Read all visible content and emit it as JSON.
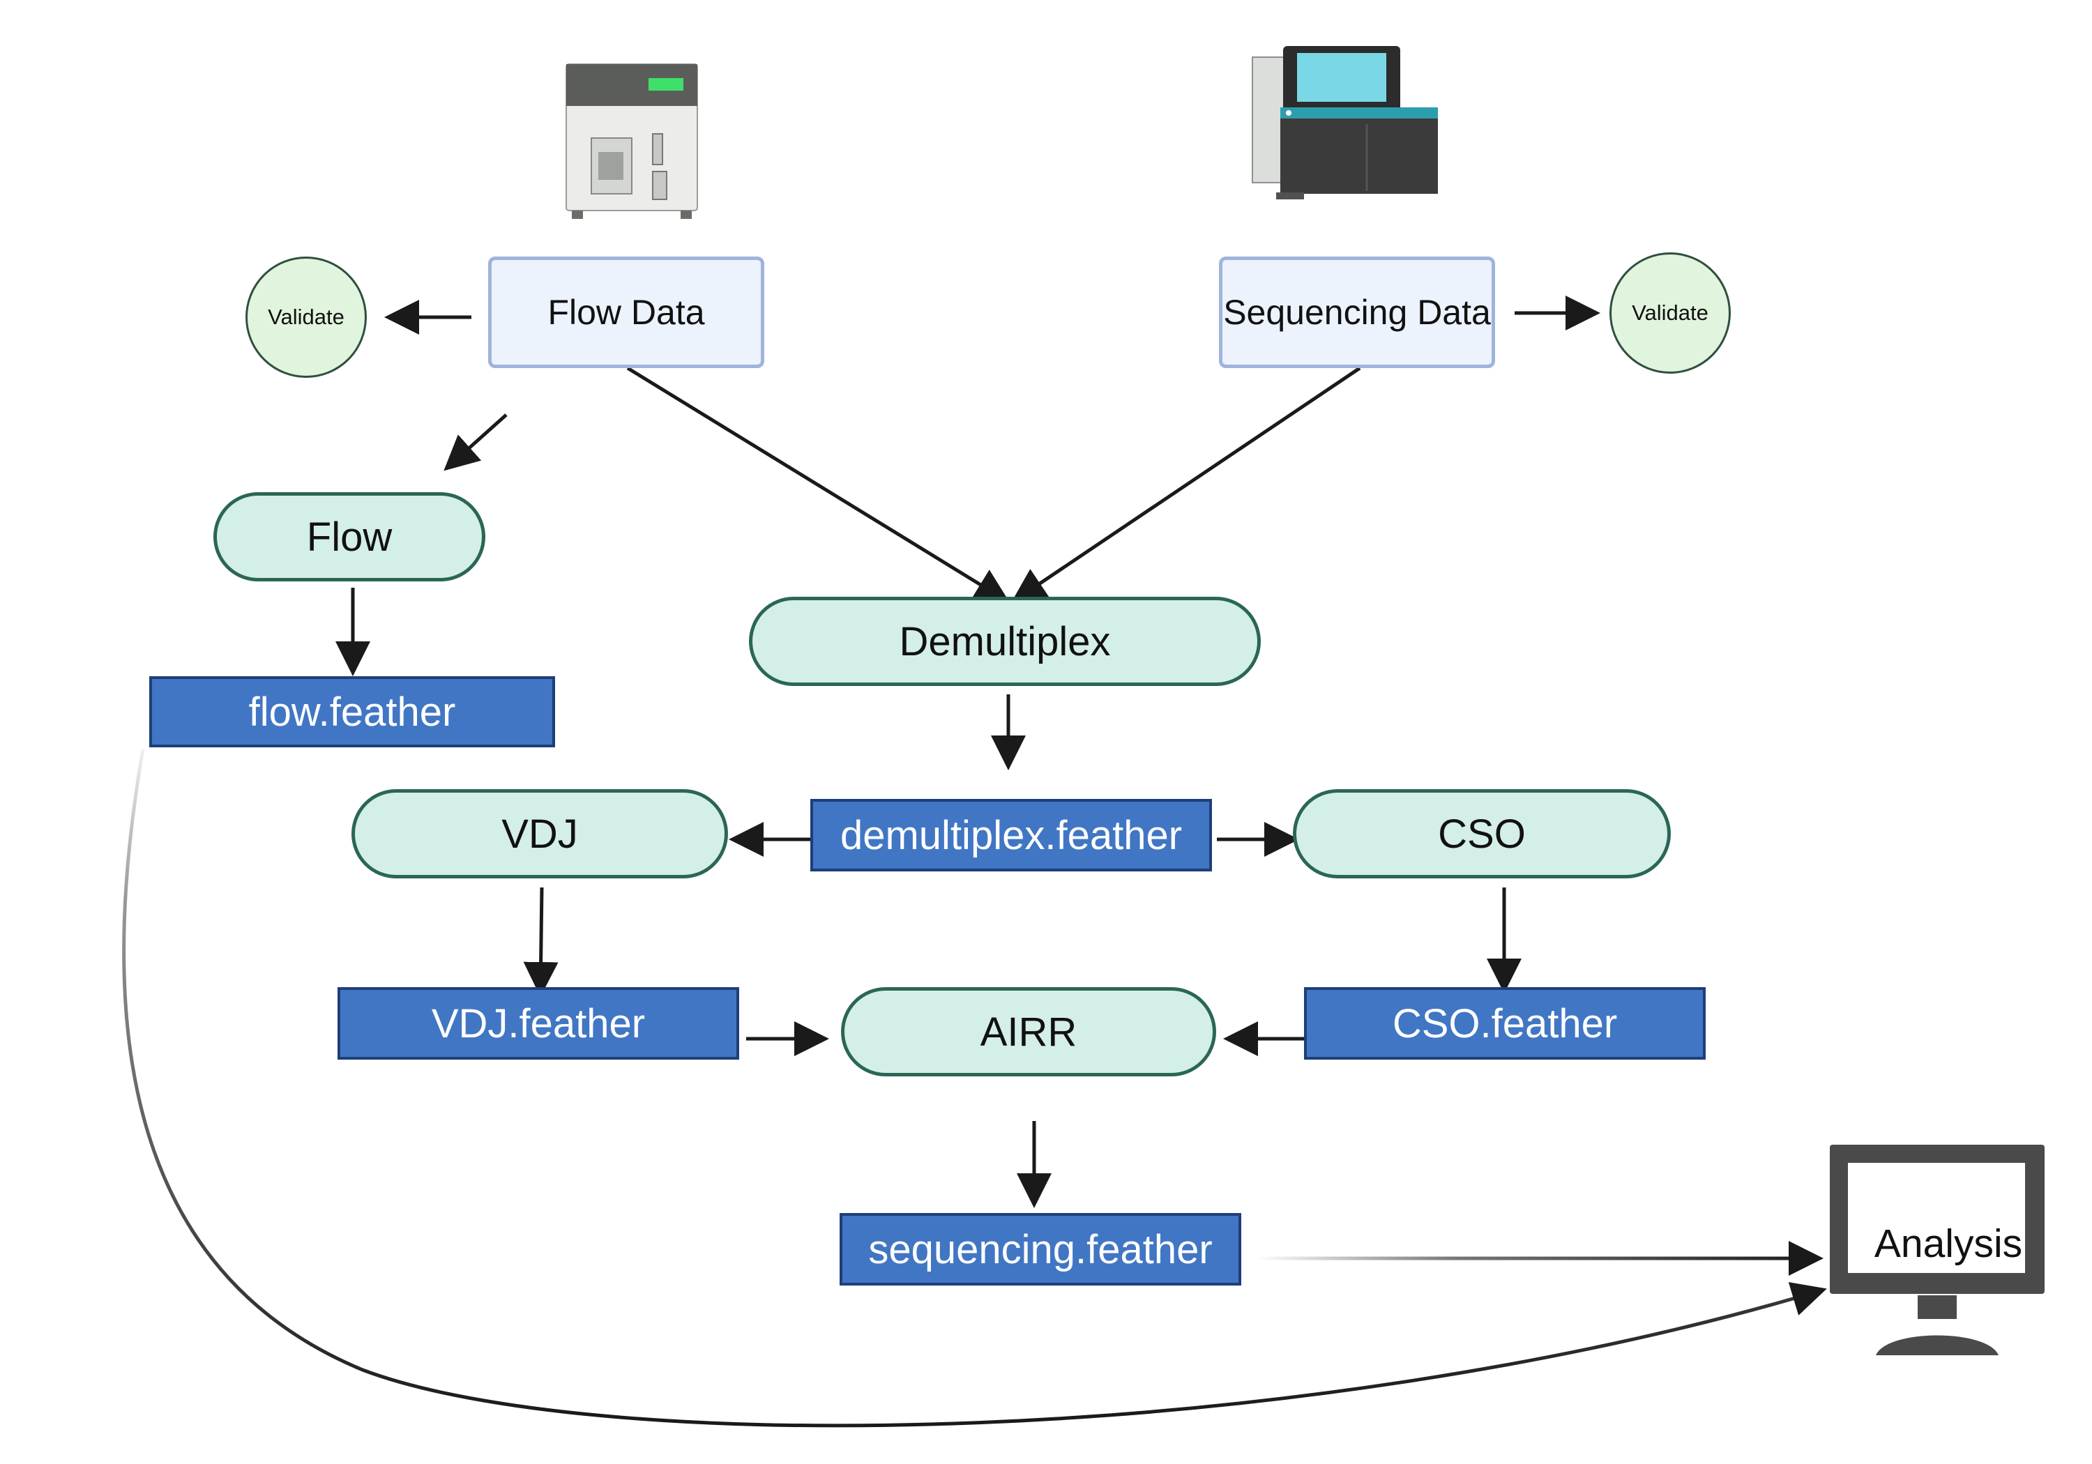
{
  "instruments": {
    "flow_cytometer": "flow-cytometer-instrument",
    "sequencer": "sequencer-instrument"
  },
  "sources": {
    "flow_data": "Flow Data",
    "sequencing_data": "Sequencing Data"
  },
  "validate": {
    "left": "Validate",
    "right": "Validate"
  },
  "steps": {
    "flow": "Flow",
    "demultiplex": "Demultiplex",
    "vdj": "VDJ",
    "cso": "CSO",
    "airr": "AIRR"
  },
  "files": {
    "flow": "flow.feather",
    "demultiplex": "demultiplex.feather",
    "vdj": "VDJ.feather",
    "cso": "CSO.feather",
    "sequencing": "sequencing.feather"
  },
  "analysis": {
    "label": "Analysis",
    "icon": "monitor-icon"
  },
  "colors": {
    "source_fill": "#edf3fc",
    "source_border": "#9fb3dc",
    "validate_fill": "#e1f4dd",
    "step_fill": "#d4eee8",
    "step_border": "#2a6656",
    "file_fill": "#4176c4",
    "file_border": "#1d3f79",
    "arrow": "#1a1a1a"
  }
}
